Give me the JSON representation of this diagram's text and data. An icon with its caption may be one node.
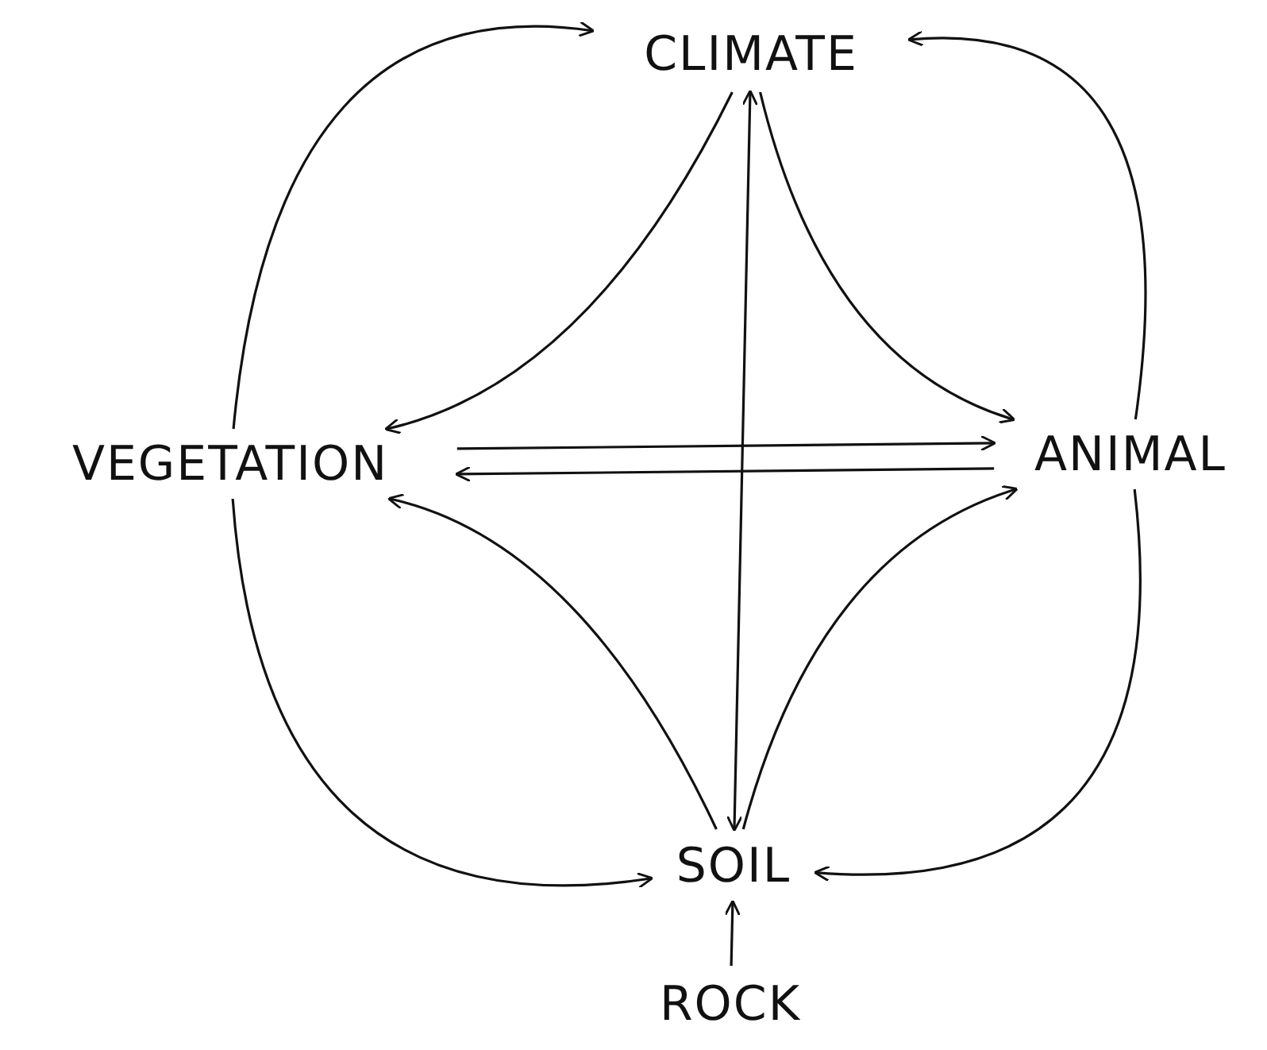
{
  "diagram": {
    "nodes": [
      {
        "text": [
          "CLIMATE"
        ]
      },
      {
        "text": [
          "VEGETATION"
        ]
      },
      {
        "text": [
          "ANIMAL"
        ]
      },
      {
        "text": [
          "SOIL"
        ]
      },
      {
        "text": [
          "ROCK"
        ]
      }
    ],
    "edges": [
      {
        "from": 1,
        "to": 0,
        "arrow": "to"
      },
      {
        "from": 0,
        "to": 1,
        "arrow": "to"
      },
      {
        "from": 2,
        "to": 0,
        "arrow": "to"
      },
      {
        "from": 0,
        "to": 2,
        "arrow": "to"
      },
      {
        "from": 1,
        "to": 2,
        "arrow": "to"
      },
      {
        "from": 2,
        "to": 1,
        "arrow": "to"
      },
      {
        "from": 0,
        "to": 3,
        "arrow": "both"
      },
      {
        "from": 3,
        "to": 2,
        "arrow": "to"
      },
      {
        "from": 2,
        "to": 3,
        "arrow": "to"
      },
      {
        "from": 3,
        "to": 1,
        "arrow": "to"
      },
      {
        "from": 1,
        "to": 3,
        "arrow": "to"
      },
      {
        "from": 4,
        "to": 3,
        "arrow": "to"
      }
    ]
  }
}
